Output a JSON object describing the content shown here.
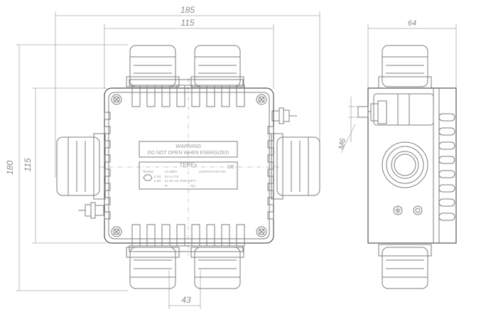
{
  "dimensions": {
    "overall_width": "185",
    "body_width": "115",
    "height_overall": "180",
    "height_body": "115",
    "gland_pitch": "43",
    "depth": "64",
    "thread": "M6"
  },
  "nameplate": {
    "warning_title": "WARNING",
    "warning_text": "DO NOT OPEN WHEN ENERGIZED",
    "brand": "TEPEx",
    "line1_left": "TR1064",
    "line1_mid": "Ui=690V",
    "line1_right": "CERTIFICATE NO.",
    "line2_a": "II 2G",
    "line2_b": "Ex e II T6",
    "line3_a": "II 2D",
    "line3_b": "Ex tD A21 IP66 T80°C",
    "line4_a": "IP",
    "line4_b": "NO."
  }
}
